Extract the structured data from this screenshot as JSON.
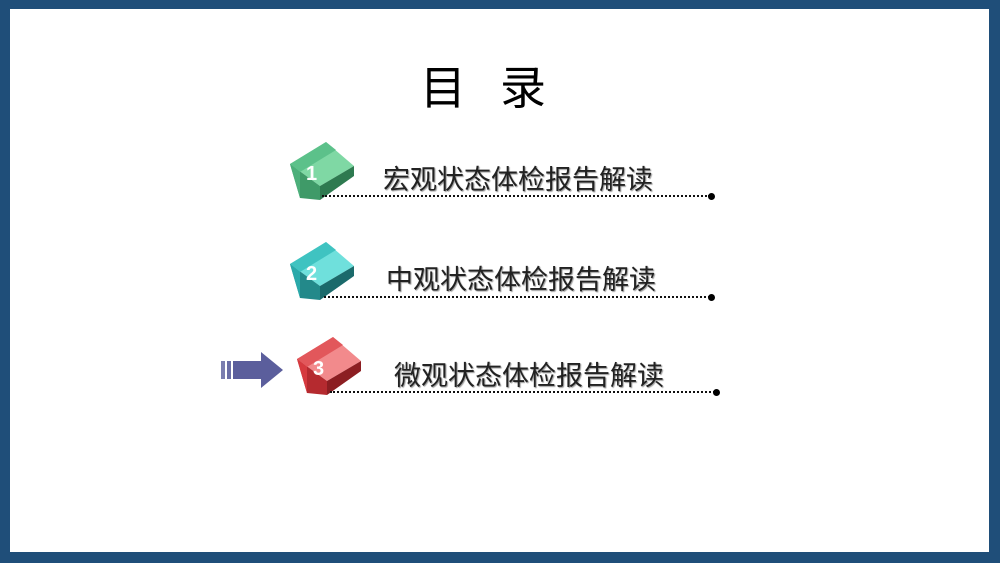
{
  "title": "目录",
  "title_chars": [
    "目",
    "录"
  ],
  "items": [
    {
      "number": "1",
      "label": "宏观状态体检报告解读",
      "color": "#4caf7a"
    },
    {
      "number": "2",
      "label": "中观状态体检报告解读",
      "color": "#2aa9aa"
    },
    {
      "number": "3",
      "label": "微观状态体检报告解读",
      "color": "#d63a3f"
    }
  ],
  "current_indicator": {
    "icon": "right-arrow-icon",
    "color": "#5b5e9c",
    "points_to": "3"
  },
  "colors": {
    "border": "#1f4e79",
    "background": "#ffffff"
  }
}
